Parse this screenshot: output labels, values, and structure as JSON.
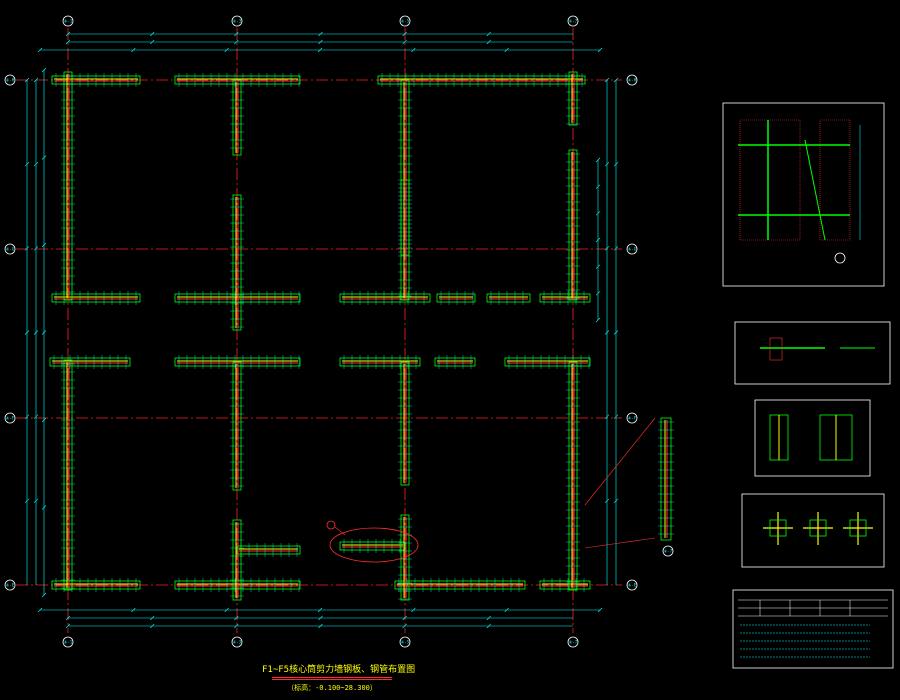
{
  "drawing": {
    "title": "F1~F5核心筒剪力墙钢板、钢管布置图",
    "scale_note": "（标高：-0.100~28.300）"
  },
  "axes": {
    "vertical": [
      "④-1",
      "④-3",
      "④-5",
      "④-7"
    ],
    "horizontal": [
      "④-H",
      "④-G",
      "④-F",
      "④-E"
    ]
  },
  "palette": {
    "background": "#000000",
    "wall_outline": "#00ff00",
    "steel_plate": "#ffff00",
    "rebar": "#ff3030",
    "dimension": "#00ffff",
    "grid": "#ff2020",
    "table_frame": "#ffffff"
  }
}
